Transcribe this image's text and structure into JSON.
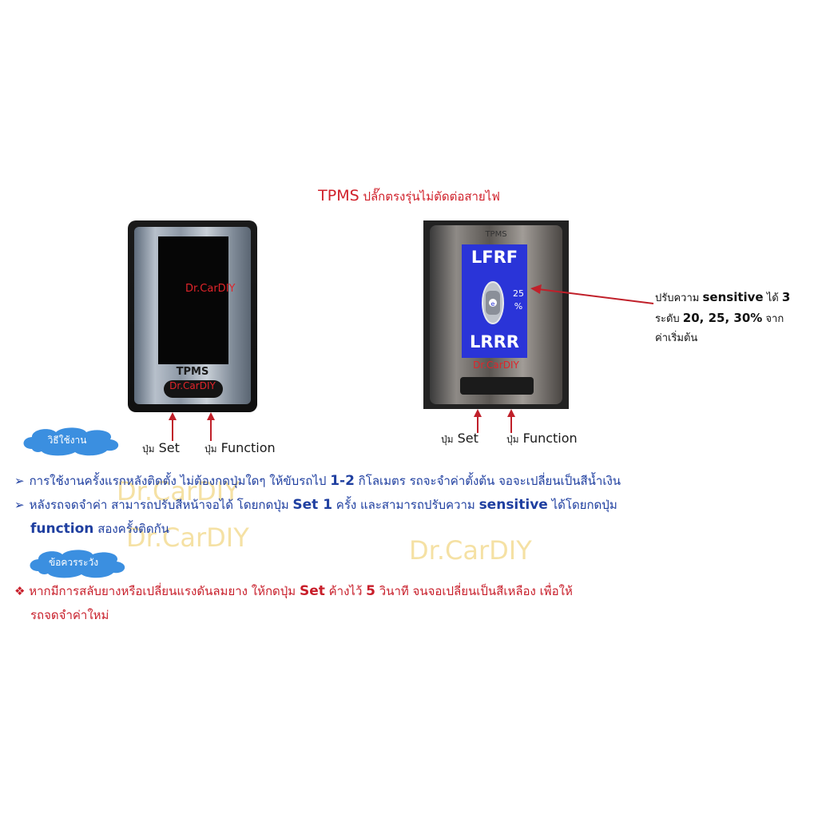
{
  "title": {
    "brand": "TPMS",
    "rest": "ปลั๊กตรงรุ่นไม่ตัดต่อสายไฟ"
  },
  "left_device": {
    "watermark": "Dr.CarDIY",
    "brand_label": "TPMS",
    "watermark2": "Dr.CarDIY"
  },
  "right_device": {
    "label": "TPMS",
    "top_text": "LFRF",
    "bottom_text": "LRRR",
    "pct_value": "25",
    "pct_sign": "%",
    "watermark": "Dr.CarDIY"
  },
  "captions": {
    "left_set": {
      "prefix": "ปุ่ม",
      "label": "Set"
    },
    "left_function": {
      "prefix": "ปุ่ม",
      "label": "Function"
    },
    "right_set": {
      "prefix": "ปุ่ม",
      "label": "Set"
    },
    "right_function": {
      "prefix": "ปุ่ม",
      "label": "Function"
    }
  },
  "note": {
    "line1_a": "ปรับความ ",
    "line1_b": "sensitive",
    "line1_c": " ได้ ",
    "line1_d": "3",
    "line2_a": "ระดับ ",
    "line2_b": "20, 25, 30%",
    "line2_c": " จาก",
    "line3": "ค่าเริ่มต้น"
  },
  "badges": {
    "usage": "วิธีใช้งาน",
    "caution": "ข้อควรระวัง"
  },
  "instructions": {
    "item1_a": "การใช้งานครั้งแรกหลังติดตั้ง ไม่ต้องกดปุ่มใดๆ ให้ขับรถไป ",
    "item1_b": "1-2",
    "item1_c": " กิโลเมตร รถจะจำค่าตั้งต้น จอจะเปลี่ยนเป็นสีน้ำเงิน",
    "item2_a": "หลังรถจดจำค่า สามารถปรับสีหน้าจอได้ โดยกดปุ่ม ",
    "item2_b": "Set 1",
    "item2_c": " ครั้ง และสามารถปรับความ ",
    "item2_d": "sensitive",
    "item2_e": " ได้โดยกดปุ่ม",
    "item2_f": "function",
    "item2_g": " สองครั้งติดกัน"
  },
  "caution_text": {
    "a": "หากมีการสลับยางหรือเปลี่ยนแรงดันลมยาง ให้กดปุ่ม ",
    "b": "Set",
    "c": " ค้างไว้ ",
    "d": "5",
    "e": " วินาที จนจอเปลี่ยนเป็นสีเหลือง เพื่อให้",
    "f": "รถจดจำค่าใหม่"
  },
  "watermarks": {
    "w1": "Dr.CarDIY",
    "w2": "Dr.CarDIY",
    "w3": "Dr.CarDIY"
  },
  "colors": {
    "title_red": "#d0202a",
    "text_blue": "#1f3fa0",
    "lcd_blue": "#2a34d8",
    "cloud_blue": "#3b8fe0"
  }
}
